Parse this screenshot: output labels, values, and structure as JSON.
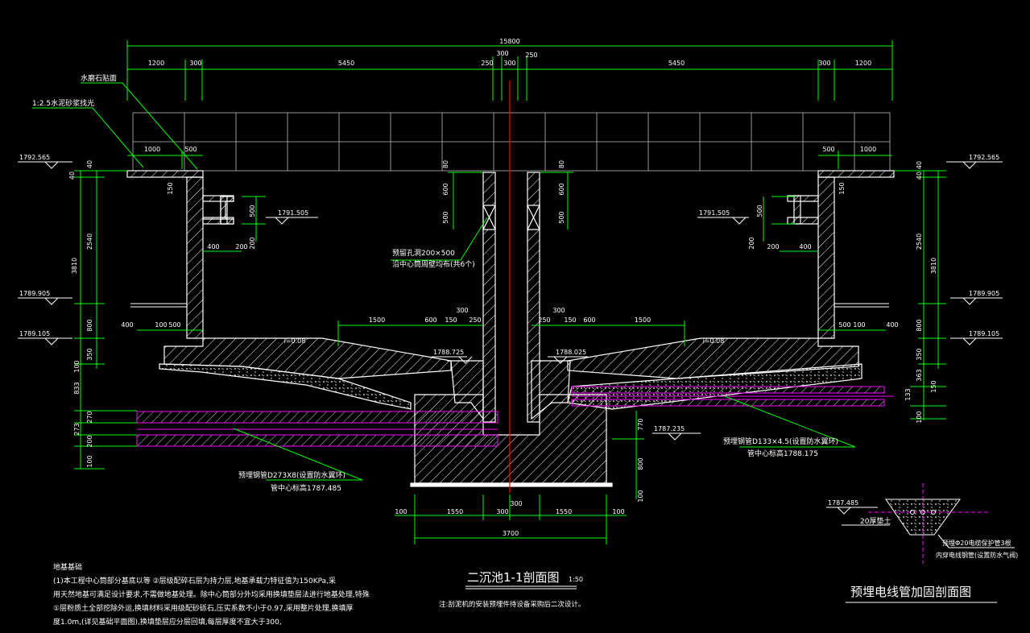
{
  "colors": {
    "background": "#000000",
    "concrete": "#ffffff",
    "dimension": "#00ff00",
    "pipe": "#ff00ff",
    "centerline": "#ff0000",
    "annotation": "#ffffff"
  },
  "dimensions": {
    "overall": "15800",
    "top_row": [
      "1200",
      "300",
      "5450",
      "250",
      "300",
      "250",
      "5450",
      "300",
      "1200"
    ],
    "top_center_300": "300",
    "left_apron": [
      "1000",
      "500"
    ],
    "right_apron": [
      "500",
      "1000"
    ],
    "left_vertical": [
      "40",
      "40",
      "2540",
      "3810",
      "800",
      "350",
      "100",
      "833",
      "270",
      "273",
      "200",
      "100"
    ],
    "right_vertical": [
      "40",
      "40",
      "2540",
      "3810",
      "800",
      "350",
      "363",
      "150",
      "133",
      "100"
    ],
    "channel": [
      "500",
      "200",
      "400",
      "200",
      "150"
    ],
    "center_holes": [
      "80",
      "600",
      "500",
      "80",
      "600",
      "500"
    ],
    "floor_left": [
      "400",
      "100",
      "500",
      "1500",
      "600",
      "150",
      "250",
      "300"
    ],
    "floor_right": [
      "250",
      "150",
      "600",
      "1500",
      "500",
      "100",
      "400",
      "300"
    ],
    "foundation_bottom": [
      "100",
      "1550",
      "300",
      "300",
      "1550",
      "100"
    ],
    "foundation_total": "3700",
    "foundation_right_vertical": [
      "770",
      "800",
      "100"
    ],
    "slope_left": "i=0.08",
    "slope_right": "i=0.08"
  },
  "elevations": {
    "top_left": "1792.565",
    "top_right": "1792.565",
    "channel_left": "1791.505",
    "channel_right": "1791.505",
    "ground_left": "1789.905",
    "ground_right": "1789.905",
    "floor_left": "1789.105",
    "floor_right": "1789.105",
    "sump_left": "1788.725",
    "sump_right": "1788.025",
    "foundation": "1787.235",
    "detail": "1787.485"
  },
  "labels": {
    "terrazzo": "水磨石贴面",
    "mortar": "1:2.5水泥砂浆找光",
    "hole_line1": "预留孔洞200×500",
    "hole_line2": "沿中心筒周壁均布(共6个)",
    "pipe_left_line1": "预埋钢管D273X8(设置防水翼环)",
    "pipe_left_line2": "管中心标高1787.485",
    "pipe_right_line1": "预埋钢管D133×4.5(设置防水翼环)",
    "pipe_right_line2": "管中心标高1788.175",
    "detail_label": "20厚垫土",
    "detail_note_line1": "预埋Φ20电缆保护管3根",
    "detail_note_line2": "内穿电线钢管(设置防水气阀)"
  },
  "titles": {
    "main": "二沉池1-1剖面图",
    "main_scale": "1:50",
    "detail": "预埋电线管加固剖面图",
    "note_main": "注:刮泥机的安装预埋件待设备采购后二次设计。"
  },
  "notes": {
    "heading": "地基基础",
    "line1": "(1)本工程中心筒部分基底以等    ②层级配碎石层为持力层,地基承载力特征值为150KPa,采",
    "line2": "用天然地基可满足设计要求,不需做地基处理。除中心筒部分外均采用换填垫层法进行地基处理,特殊",
    "line3": "①层粉质土全部挖除外运,换填材料采用级配砂砾石,压实系数不小于0.97,采用整片处理,换填厚",
    "line4": "度1.0m,(详见基础平面图),换填垫层应分层回填,每层厚度不宜大于300,"
  }
}
